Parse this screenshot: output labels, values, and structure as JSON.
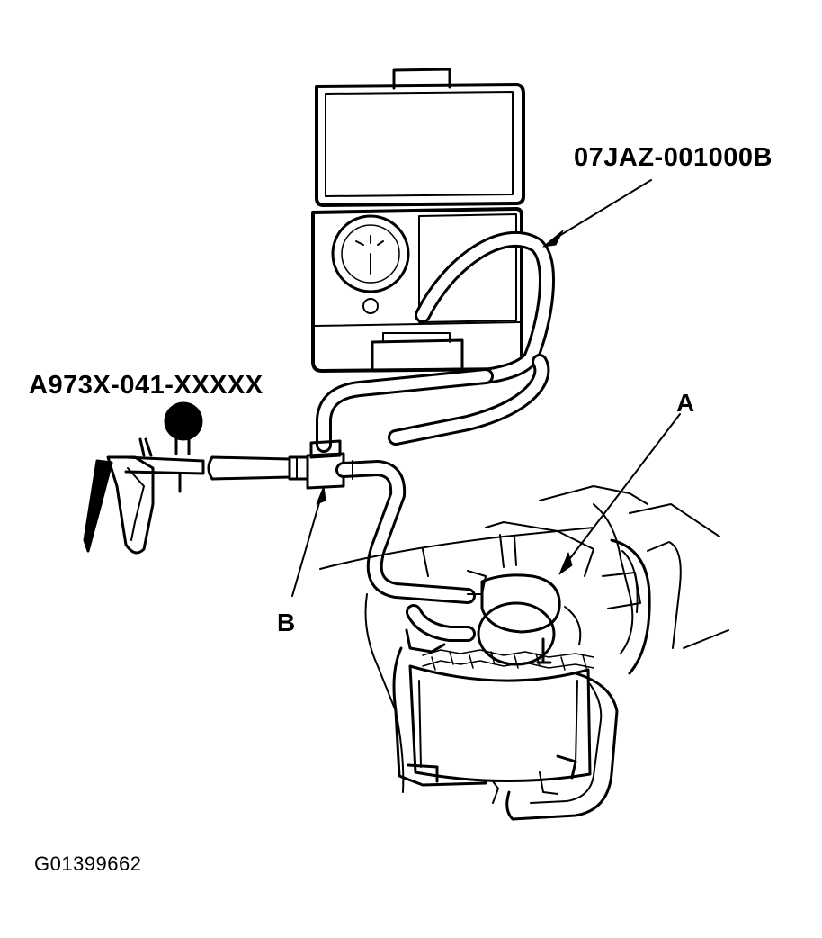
{
  "labels": {
    "tester_part_number": "07JAZ-001000B",
    "pump_part_number": "A973X-041-XXXXX",
    "callout_a": "A",
    "callout_b": "B",
    "figure_id": "G01399662"
  },
  "colors": {
    "ink": "#000000",
    "paper": "#ffffff"
  }
}
